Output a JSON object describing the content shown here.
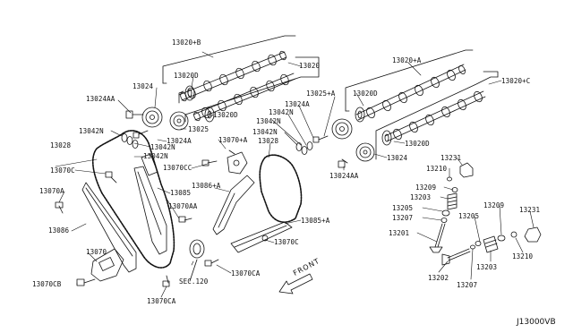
{
  "diagram": {
    "diagram_code": "J13000VB",
    "front_marker": "FRONT",
    "labels": [
      {
        "key": "l01",
        "text": "13020+B"
      },
      {
        "key": "l02",
        "text": "13020D"
      },
      {
        "key": "l03",
        "text": "13020"
      },
      {
        "key": "l04",
        "text": "13024"
      },
      {
        "key": "l05",
        "text": "13024AA"
      },
      {
        "key": "l06",
        "text": "13020D"
      },
      {
        "key": "l07",
        "text": "13025"
      },
      {
        "key": "l08",
        "text": "13042N"
      },
      {
        "key": "l09",
        "text": "13024A"
      },
      {
        "key": "l10",
        "text": "13042N"
      },
      {
        "key": "l11",
        "text": "13042N"
      },
      {
        "key": "l12",
        "text": "13028"
      },
      {
        "key": "l13",
        "text": "13070C"
      },
      {
        "key": "l14",
        "text": "13070+A"
      },
      {
        "key": "l15",
        "text": "13070CC"
      },
      {
        "key": "l16",
        "text": "13085"
      },
      {
        "key": "l17",
        "text": "13070A"
      },
      {
        "key": "l18",
        "text": "13086"
      },
      {
        "key": "l19",
        "text": "13070"
      },
      {
        "key": "l20",
        "text": "13070CB"
      },
      {
        "key": "l21",
        "text": "13070AA"
      },
      {
        "key": "l22",
        "text": "13086+A"
      },
      {
        "key": "l23",
        "text": "SEC.120"
      },
      {
        "key": "l24",
        "text": "13070CA"
      },
      {
        "key": "l25",
        "text": "13070CA"
      },
      {
        "key": "l26",
        "text": "13028"
      },
      {
        "key": "l27",
        "text": "13085+A"
      },
      {
        "key": "l28",
        "text": "13070C"
      },
      {
        "key": "l29",
        "text": "13025+A"
      },
      {
        "key": "l30",
        "text": "13024A"
      },
      {
        "key": "l31",
        "text": "13042N"
      },
      {
        "key": "l32",
        "text": "13042N"
      },
      {
        "key": "l33",
        "text": "13042N"
      },
      {
        "key": "l34",
        "text": "13020+A"
      },
      {
        "key": "l35",
        "text": "13020D"
      },
      {
        "key": "l36",
        "text": "13020+C"
      },
      {
        "key": "l37",
        "text": "13020D"
      },
      {
        "key": "l38",
        "text": "13024"
      },
      {
        "key": "l39",
        "text": "13024AA"
      },
      {
        "key": "l40",
        "text": "13231"
      },
      {
        "key": "l41",
        "text": "13210"
      },
      {
        "key": "l42",
        "text": "13209"
      },
      {
        "key": "l43",
        "text": "13203"
      },
      {
        "key": "l44",
        "text": "13205"
      },
      {
        "key": "l45",
        "text": "13207"
      },
      {
        "key": "l46",
        "text": "13201"
      },
      {
        "key": "l47",
        "text": "13205"
      },
      {
        "key": "l48",
        "text": "13209"
      },
      {
        "key": "l49",
        "text": "13231"
      },
      {
        "key": "l50",
        "text": "13203"
      },
      {
        "key": "l51",
        "text": "13210"
      },
      {
        "key": "l52",
        "text": "13202"
      },
      {
        "key": "l53",
        "text": "13207"
      }
    ]
  }
}
